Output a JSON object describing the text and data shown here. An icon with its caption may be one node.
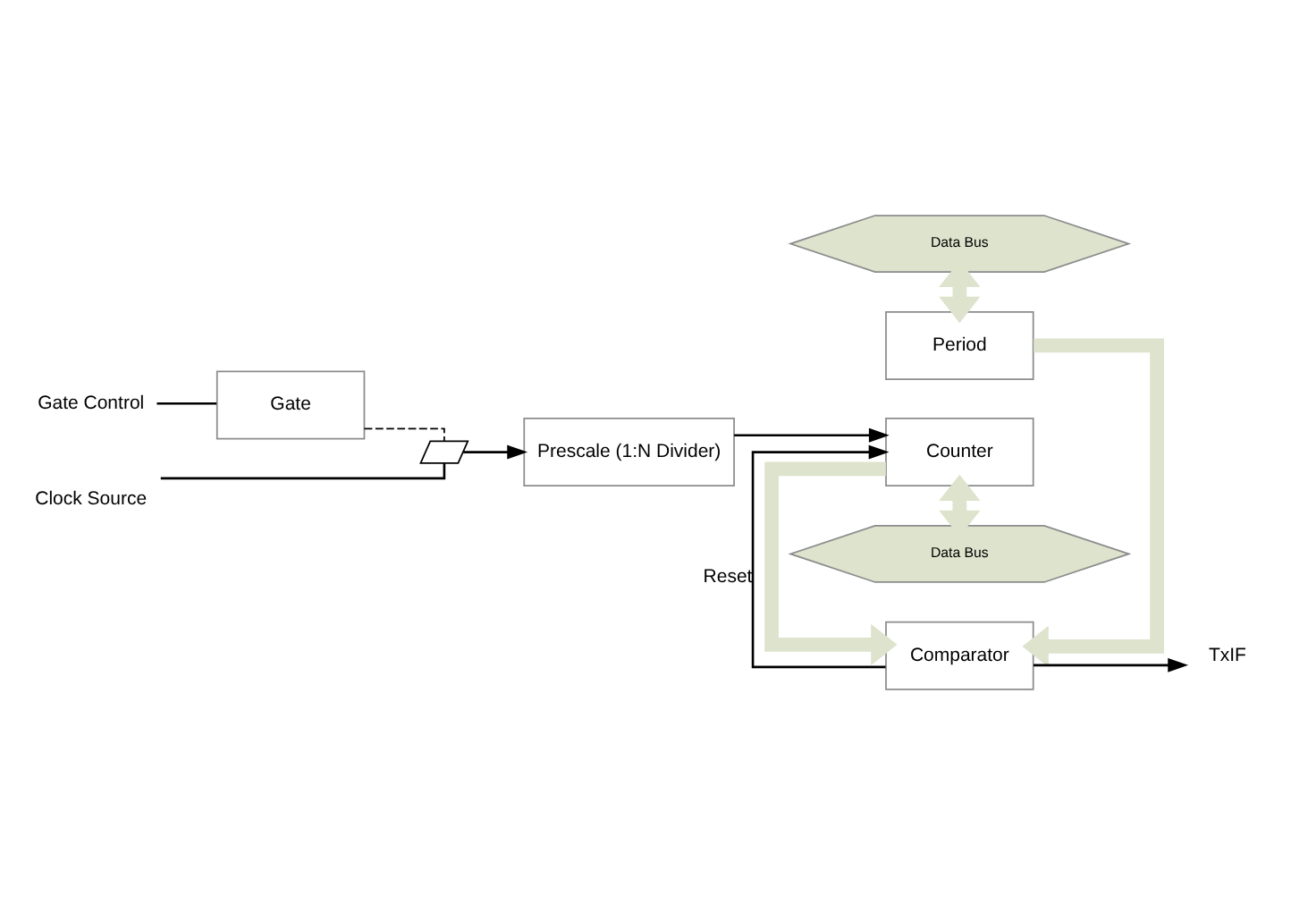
{
  "diagram": {
    "nodes": [
      {
        "text": [
          "Data Bus"
        ]
      },
      {
        "text": [
          "Gate Control"
        ]
      },
      {
        "text": [
          "Period"
        ]
      },
      {
        "text": [
          "Gate"
        ]
      },
      {
        "text": [
          "Comparator"
        ]
      },
      {
        "text": [
          "TxIF"
        ]
      },
      {
        "text": [
          "Clock Source"
        ]
      },
      {
        "text": [],
        "shape": "switch"
      },
      {
        "text": [
          "Prescale (1:N Divider)"
        ]
      },
      {
        "text": [
          "Counter"
        ]
      },
      {
        "text": [
          "Data Bus"
        ]
      }
    ],
    "edges": [
      {
        "from": 0,
        "to": 2,
        "arrow": "both",
        "style": "thick",
        "color": "#dde3cc"
      },
      {
        "from": 2,
        "to": 4,
        "arrow": "to",
        "style": "thick",
        "color": "#dde3cc"
      },
      {
        "from": 9,
        "to": 4,
        "arrow": "to",
        "style": "thick",
        "color": "#dde3cc"
      },
      {
        "from": 9,
        "to": 10,
        "arrow": "both",
        "style": "thick",
        "color": "#dde3cc"
      },
      {
        "from": 1,
        "to": 3,
        "arrow": "none"
      },
      {
        "from": 3,
        "to": 7,
        "arrow": "none",
        "style": "dashed"
      },
      {
        "from": 6,
        "to": 7,
        "arrow": "none"
      },
      {
        "from": 7,
        "to": 8,
        "arrow": "to"
      },
      {
        "from": 8,
        "to": 9,
        "arrow": "to"
      },
      {
        "from": 4,
        "to": 5,
        "arrow": "to"
      },
      {
        "from": 4,
        "to": 9,
        "arrow": "to",
        "label": "Reset"
      }
    ]
  }
}
